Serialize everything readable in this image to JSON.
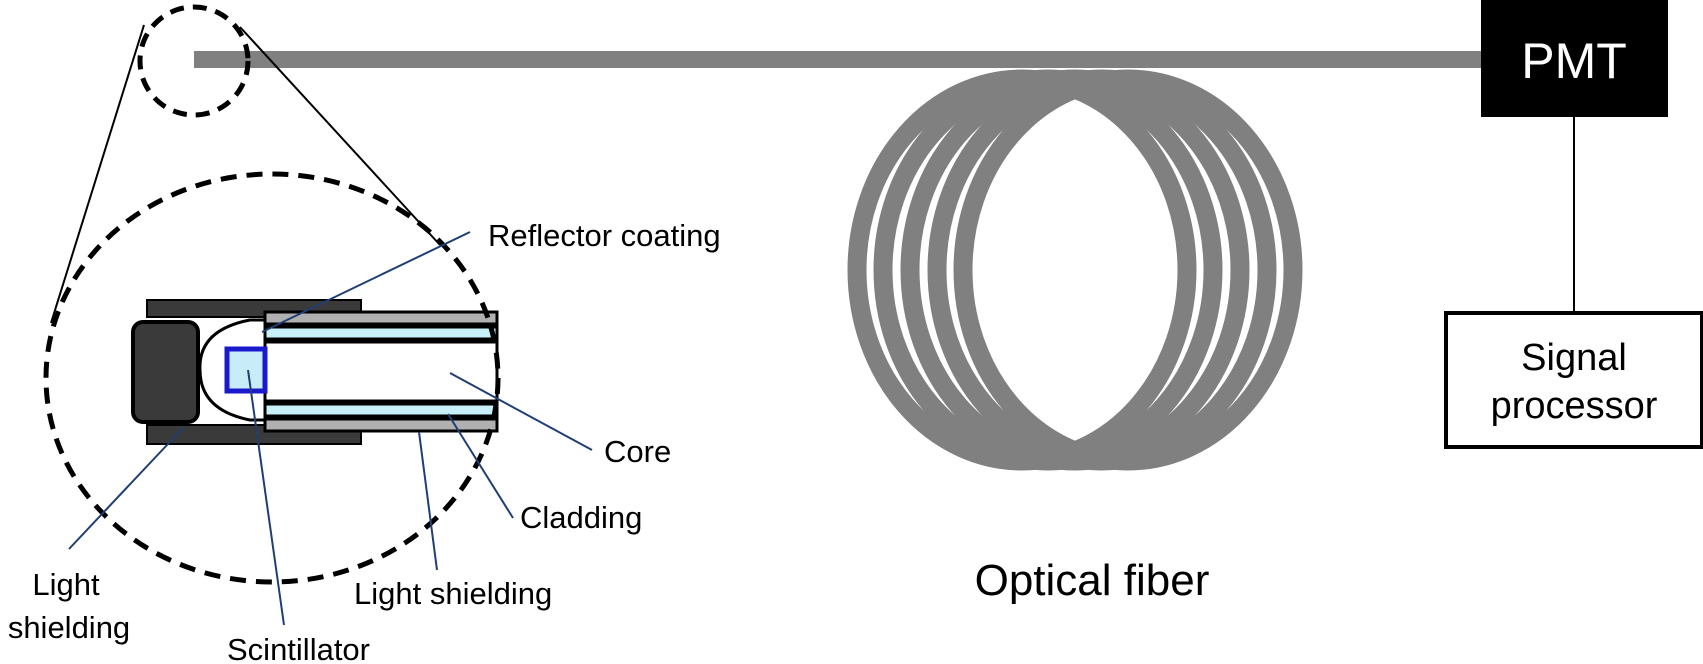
{
  "colors": {
    "fiber": "#808080",
    "dark_shield": "#3a3a3a",
    "cladding_light": "#c8f0f8",
    "scintillator_fill": "#c8ecf8",
    "scintillator_stroke": "#1a1acc",
    "leader": "#1f3f73",
    "pmt_fill": "#000000"
  },
  "labels": {
    "reflector_coating": "Reflector coating",
    "core": "Core",
    "cladding": "Cladding",
    "light_shielding_right": "Light shielding",
    "light_shielding_left_1": "Light",
    "light_shielding_left_2": "shielding",
    "scintillator": "Scintillator",
    "optical_fiber": "Optical fiber",
    "pmt": "PMT",
    "signal_processor_1": "Signal",
    "signal_processor_2": "processor"
  }
}
